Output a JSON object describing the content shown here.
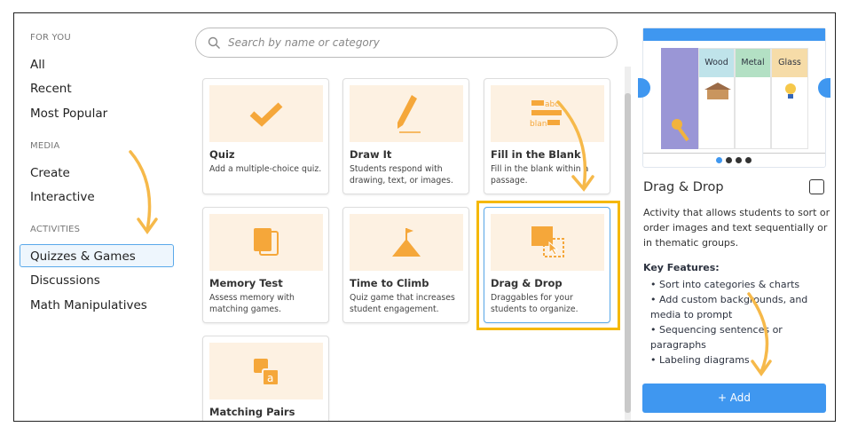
{
  "sidebar": {
    "sections": [
      {
        "title": "FOR YOU",
        "items": [
          "All",
          "Recent",
          "Most Popular"
        ]
      },
      {
        "title": "MEDIA",
        "items": [
          "Create",
          "Interactive"
        ]
      },
      {
        "title": "ACTIVITIES",
        "items": [
          "Quizzes & Games",
          "Discussions",
          "Math Manipulatives"
        ]
      }
    ],
    "selected": "Quizzes & Games"
  },
  "search": {
    "placeholder": "Search by name or category"
  },
  "cards": [
    {
      "title": "Quiz",
      "desc": "Add a multiple-choice quiz.",
      "icon": "checkmark-icon"
    },
    {
      "title": "Draw It",
      "desc": "Students respond with drawing, text, or images.",
      "icon": "pencil-icon"
    },
    {
      "title": "Fill in the Blank",
      "desc": "Fill in the blank within a passage.",
      "icon": "fill-blank-icon",
      "icon_text": [
        "abc",
        "blan"
      ]
    },
    {
      "title": "Memory Test",
      "desc": "Assess memory with matching games.",
      "icon": "cards-icon"
    },
    {
      "title": "Time to Climb",
      "desc": "Quiz game that increases student engagement.",
      "icon": "mountain-flag-icon"
    },
    {
      "title": "Drag & Drop",
      "desc": "Draggables for your students to organize.",
      "icon": "drag-drop-icon",
      "selected": true
    },
    {
      "title": "Matching Pairs",
      "desc": "",
      "icon": "matching-pairs-icon",
      "icon_text": "a"
    }
  ],
  "preview": {
    "columns": [
      "Wood",
      "Metal",
      "Glass"
    ],
    "colors": {
      "wood": "#bfe3ea",
      "metal": "#b3e0c4",
      "glass": "#f6dca8",
      "bank": "#9a96d6",
      "bar": "#3f97f0"
    },
    "dots": 4,
    "active_dot": 0
  },
  "detail": {
    "title": "Drag & Drop",
    "description": "Activity that allows students to sort or order images and text sequentially or in thematic groups.",
    "features_title": "Key Features:",
    "features": [
      "Sort into categories & charts",
      "Add custom backgrounds, and media to prompt",
      "Sequencing sentences or paragraphs",
      "Labeling diagrams"
    ],
    "add_label": "+ Add"
  },
  "colors": {
    "accent": "#3f97f0",
    "orange": "#f5a73a",
    "highlight": "#f5b800",
    "annotation": "#f6b94a"
  }
}
